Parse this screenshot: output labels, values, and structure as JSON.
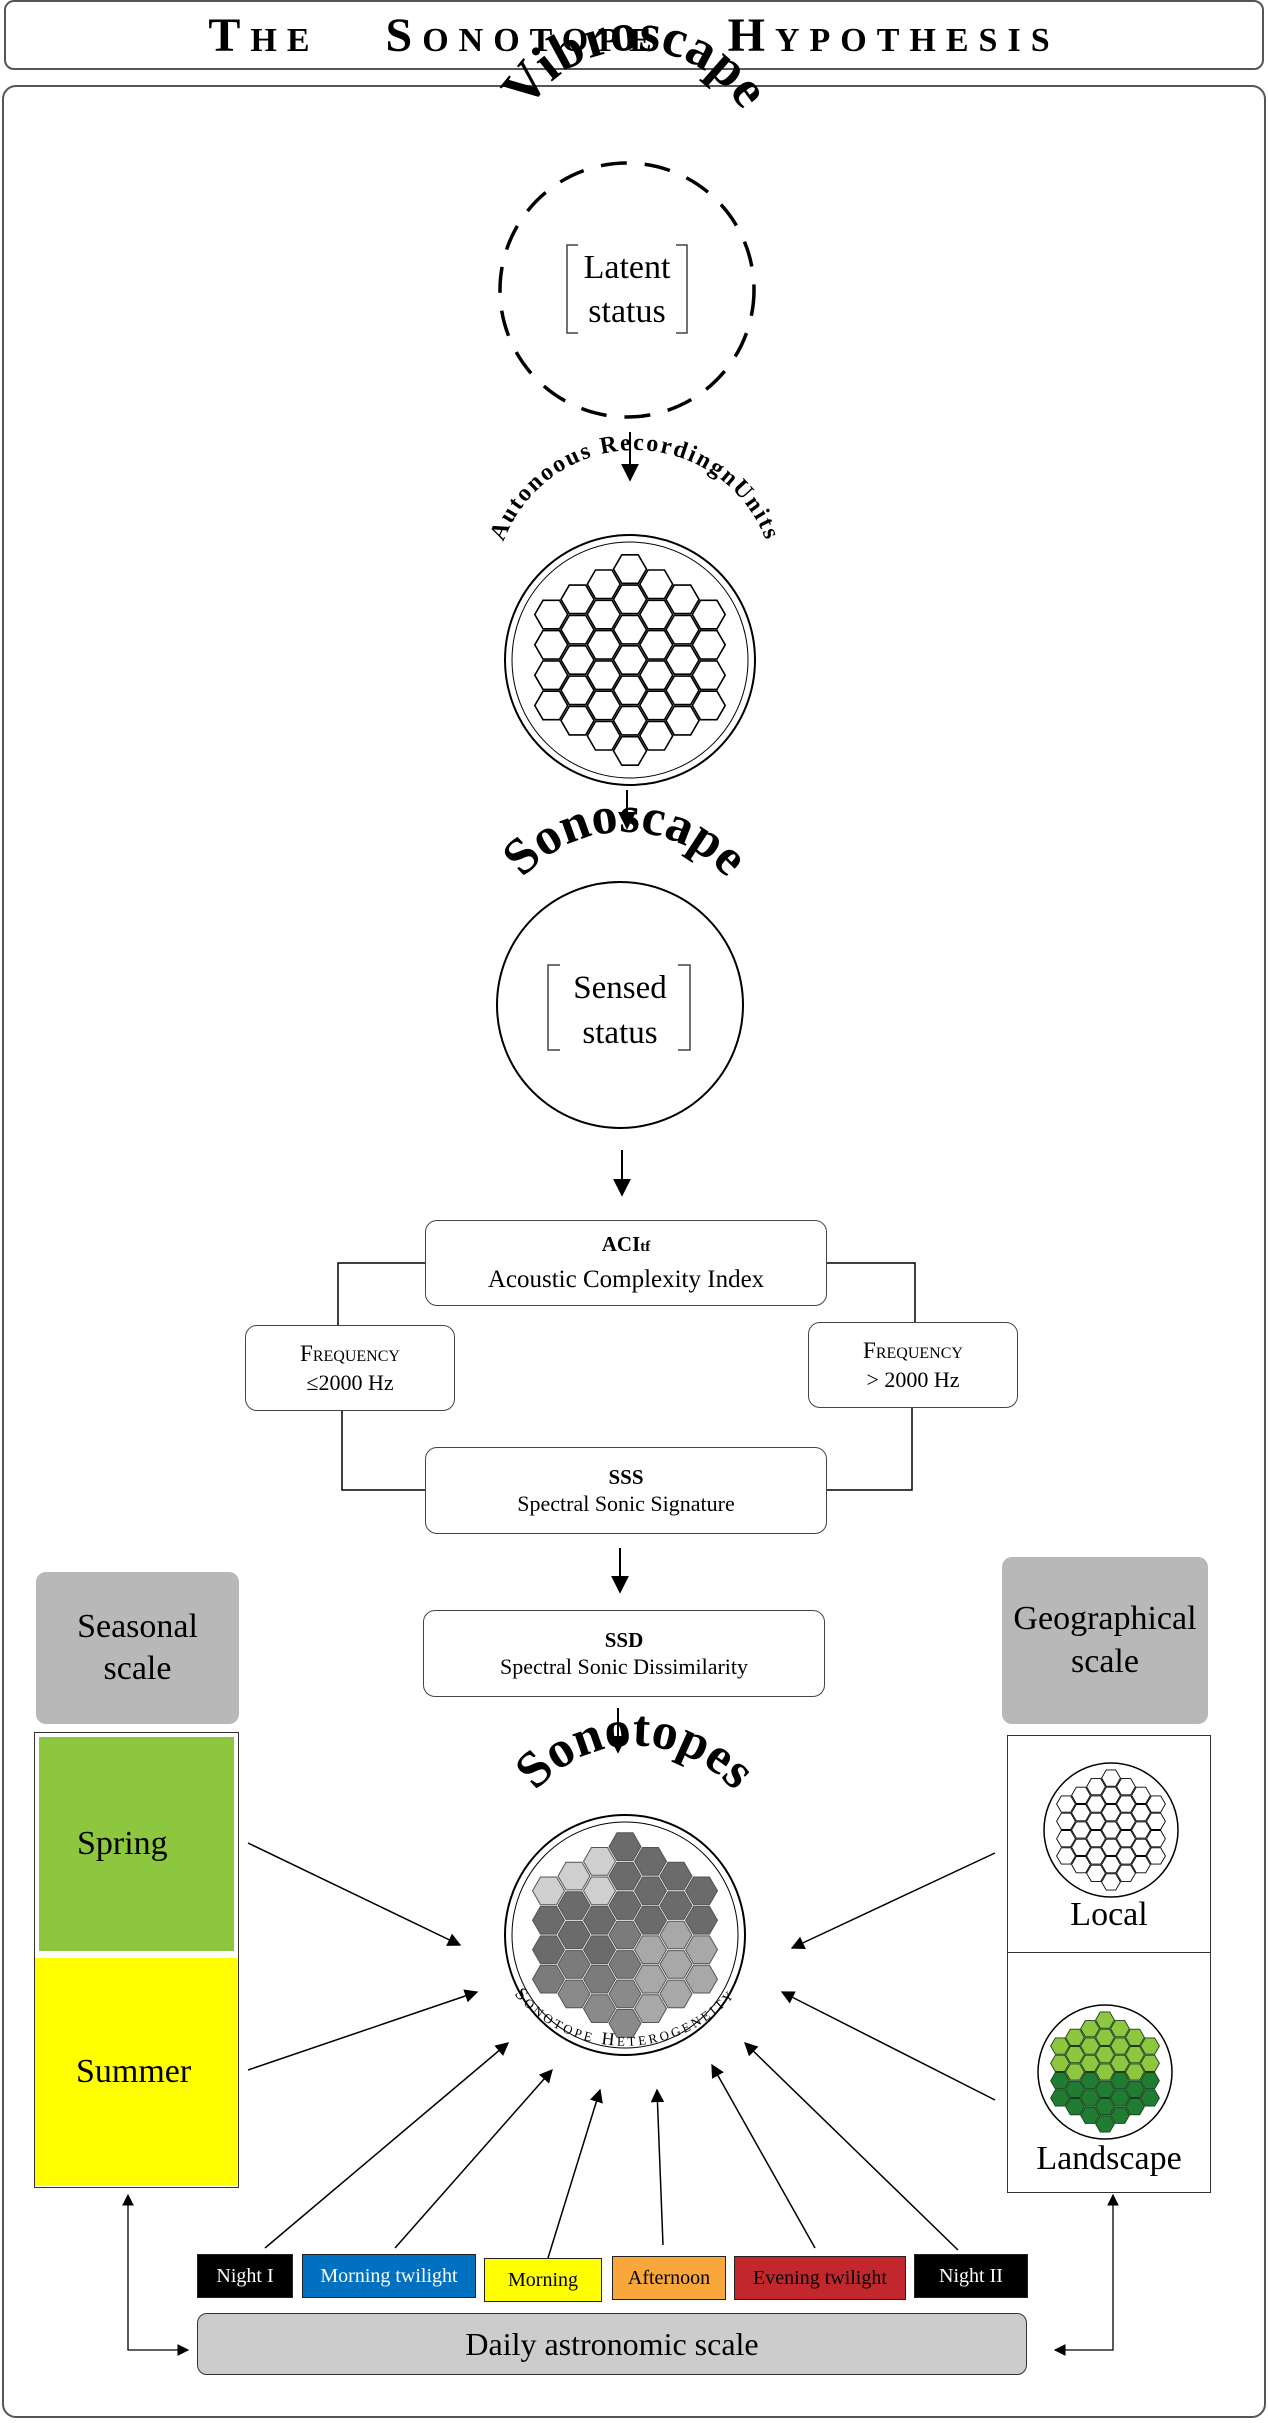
{
  "title": {
    "the": "The",
    "sonotope": "Sonotope",
    "hypothesis": "Hypothesis"
  },
  "vibroscape": {
    "arc_label": "Vibroscape",
    "status_line1": "Latent",
    "status_line2": "status"
  },
  "aru": {
    "arc_label": "Autonoous RecordingnUnits"
  },
  "sonoscape": {
    "arc_label": "Sonoscape",
    "status_line1": "Sensed",
    "status_line2": "status"
  },
  "aci": {
    "abbr": "ACI",
    "sub": "tf",
    "full": "Acoustic Complexity Index"
  },
  "freq_low": {
    "label": "Frequency",
    "value": "≤2000 Hz"
  },
  "freq_high": {
    "label": "Frequency",
    "value": "> 2000 Hz"
  },
  "sss": {
    "abbr": "SSS",
    "full": "Spectral Sonic Signature"
  },
  "ssd": {
    "abbr": "SSD",
    "full": "Spectral Sonic Dissimilarity"
  },
  "sonotopes": {
    "arc_label": "Sonotopes",
    "heterogeneity_label": "Sonotope Heterogeneity"
  },
  "seasonal": {
    "heading": "Seasonal scale",
    "spring": "Spring",
    "summer": "Summer",
    "colors": {
      "spring": "#8dc63f",
      "summer": "#ffff00"
    }
  },
  "geographical": {
    "heading": "Geographical scale",
    "local": "Local",
    "landscape": "Landscape"
  },
  "daily": {
    "heading": "Daily astronomic scale",
    "periods": [
      {
        "label": "Night I",
        "bg": "#000000",
        "fg": "#ffffff"
      },
      {
        "label": "Morning twilight",
        "bg": "#0070c0",
        "fg": "#ffffff"
      },
      {
        "label": "Morning",
        "bg": "#ffff00",
        "fg": "#000000"
      },
      {
        "label": "Afternoon",
        "bg": "#f9a63a",
        "fg": "#000000"
      },
      {
        "label": "Evening twilight",
        "bg": "#c1272d",
        "fg": "#000000"
      },
      {
        "label": "Night II",
        "bg": "#000000",
        "fg": "#ffffff"
      }
    ]
  }
}
